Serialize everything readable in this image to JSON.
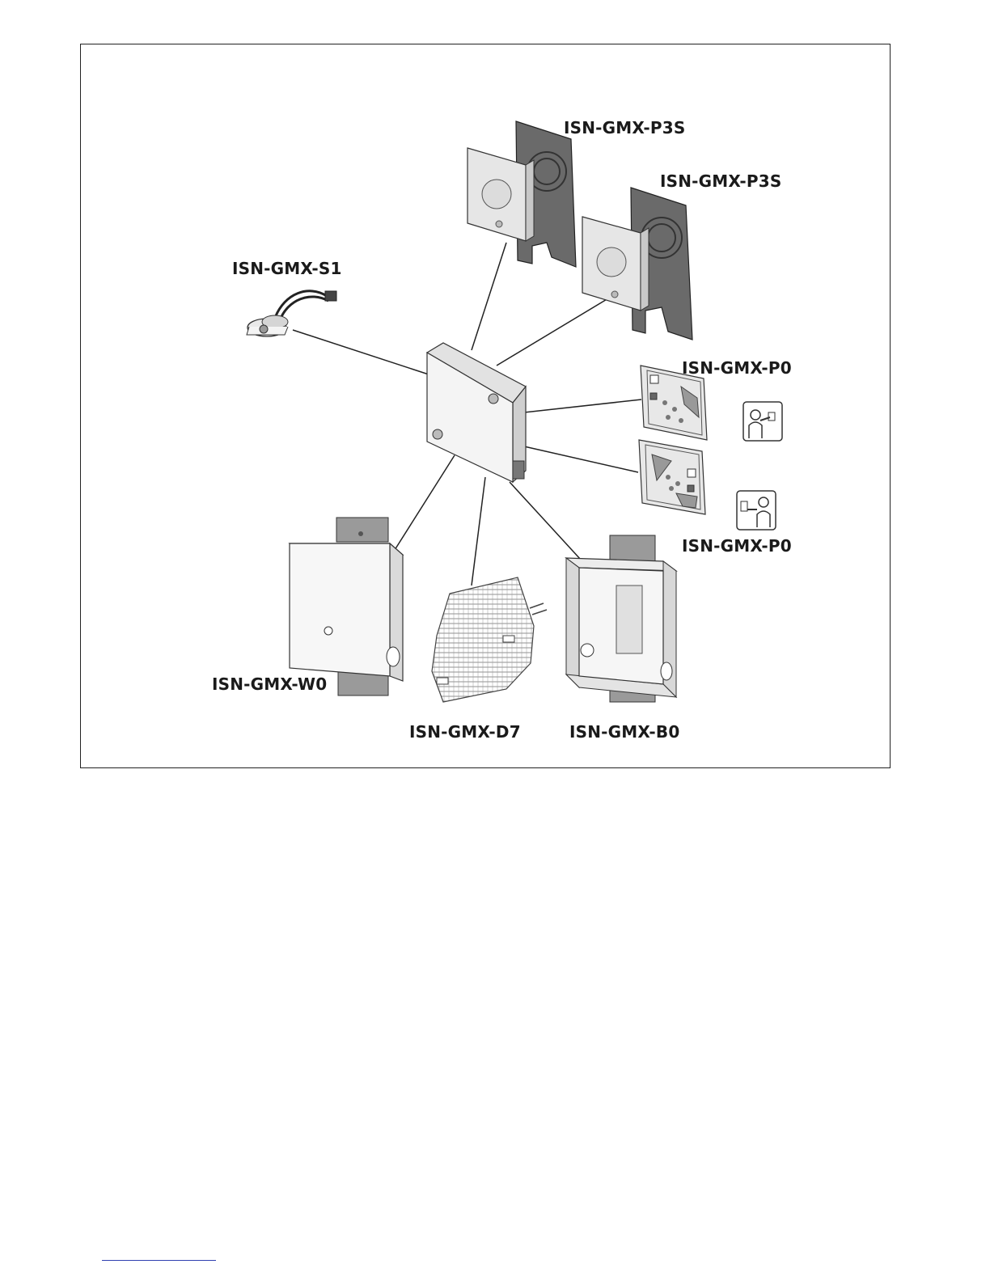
{
  "diagram": {
    "labels": {
      "p3s_top": "ISN-GMX-P3S",
      "p3s_second": "ISN-GMX-P3S",
      "s1": "ISN-GMX-S1",
      "p0_top": "ISN-GMX-P0",
      "p0_bottom": "ISN-GMX-P0",
      "w0": "ISN-GMX-W0",
      "d7": "ISN-GMX-D7",
      "b0": "ISN-GMX-B0"
    }
  }
}
